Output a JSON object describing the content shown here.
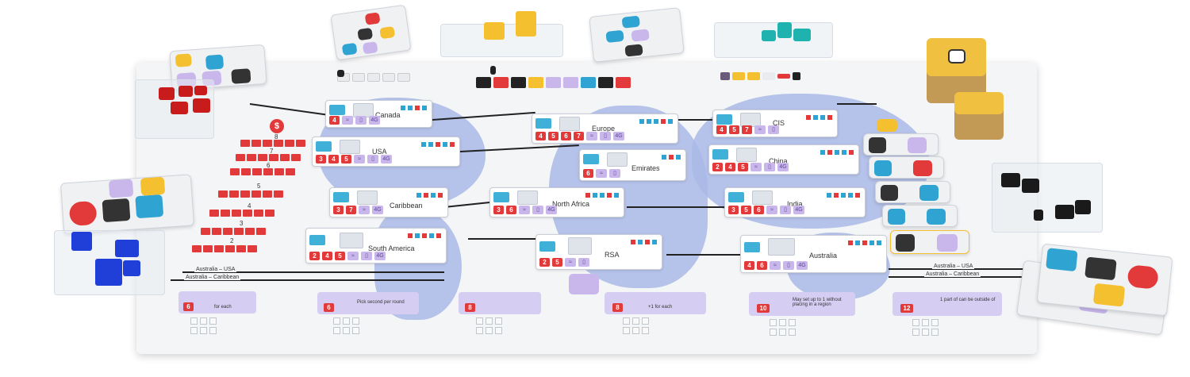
{
  "regions": [
    {
      "id": "canada",
      "name": "Canada",
      "nums": [
        "4"
      ]
    },
    {
      "id": "usa",
      "name": "USA",
      "nums": [
        "3",
        "4",
        "5"
      ]
    },
    {
      "id": "caribbean",
      "name": "Caribbean",
      "nums": [
        "3",
        "7"
      ]
    },
    {
      "id": "south-america",
      "name": "South America",
      "nums": [
        "2",
        "4",
        "5"
      ]
    },
    {
      "id": "europe",
      "name": "Europe",
      "nums": [
        "4",
        "5",
        "6",
        "7"
      ]
    },
    {
      "id": "emirates",
      "name": "Emirates",
      "nums": [
        "6"
      ]
    },
    {
      "id": "north-africa",
      "name": "North Africa",
      "nums": [
        "3",
        "6"
      ]
    },
    {
      "id": "rsa",
      "name": "RSA",
      "nums": [
        "2",
        "5"
      ]
    },
    {
      "id": "cis",
      "name": "CIS",
      "nums": [
        "4",
        "5",
        "7"
      ]
    },
    {
      "id": "china",
      "name": "China",
      "nums": [
        "2",
        "4",
        "5"
      ]
    },
    {
      "id": "india",
      "name": "India",
      "nums": [
        "3",
        "5",
        "6"
      ]
    },
    {
      "id": "australia",
      "name": "Australia",
      "nums": [
        "4",
        "6"
      ]
    }
  ],
  "network_label": "4G",
  "track_labels": [
    "8",
    "7",
    "6",
    "5",
    "4",
    "3",
    "2"
  ],
  "route_labels": {
    "left_1": "Australia – USA",
    "left_2": "Australia – Caribbean",
    "right_1": "Australia – USA",
    "right_2": "Australia – Caribbean"
  },
  "bottom_panels": [
    {
      "id": "p1",
      "num": "6",
      "text": "for each"
    },
    {
      "id": "p2",
      "num": "6",
      "text": "Pick second per round"
    },
    {
      "id": "p3",
      "num": "8",
      "text": ""
    },
    {
      "id": "p4",
      "num": "8",
      "text": "+1 for each"
    },
    {
      "id": "p5",
      "num": "10",
      "text": "May set up to 1 without placing in a region"
    },
    {
      "id": "p6",
      "num": "12",
      "text": "1 part of can be outside of"
    }
  ],
  "colors": {
    "red": "#e23a3a",
    "cyan": "#2fa3d1",
    "purple": "#c9b7ec",
    "yellow": "#f5c030",
    "teal": "#1fb3b0",
    "blue": "#1f3fd8",
    "black": "#222222",
    "map": "#a9b9e6"
  }
}
